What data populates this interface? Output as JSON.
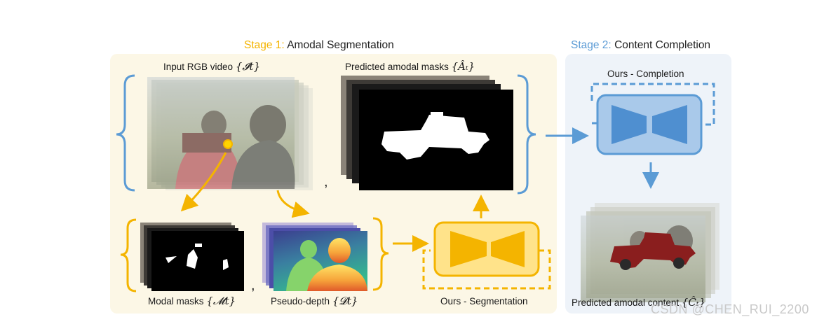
{
  "stage1": {
    "prefix": "Stage 1:",
    "title": "Amodal Segmentation"
  },
  "stage2": {
    "prefix": "Stage 2:",
    "title": "Content Completion"
  },
  "labels": {
    "input_video": "Input RGB video",
    "input_video_math": "{𝓘t}",
    "predicted_masks": "Predicted amodal masks",
    "predicted_masks_math": "{Âₜ}",
    "modal_masks": "Modal masks",
    "modal_masks_math": "{𝓜t}",
    "pseudo_depth": "Pseudo-depth",
    "pseudo_depth_math": "{𝓓t}",
    "ours_segmentation": "Ours - Segmentation",
    "ours_completion": "Ours - Completion",
    "predicted_content": "Predicted amodal content",
    "predicted_content_math": "{Ĉₜ}"
  },
  "separators": {
    "comma1": ",",
    "comma2": ","
  },
  "watermark": "CSDN @CHEN_RUI_2200",
  "colors": {
    "stage1_bg": "#fcf7e6",
    "stage2_bg": "#eef3f9",
    "yellow": "#f4b400",
    "blue": "#5b9bd5"
  }
}
